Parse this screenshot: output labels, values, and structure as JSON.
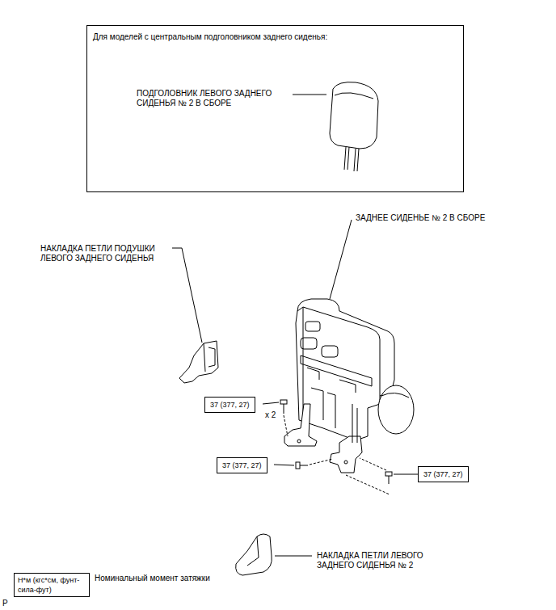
{
  "diagram": {
    "nodes": [
      {
        "text": [
          "Для моделей с центральным подголовником заднего сиденья:",
          "ПОДГОЛОВНИК ЛЕВОГО ЗАДНЕГО СИДЕНЬЯ № 2 В СБОРЕ"
        ]
      },
      {
        "text": [
          "37 (377, 27)"
        ]
      },
      {
        "text": [
          "37 (377, 27)"
        ]
      },
      {
        "text": [
          "37 (377, 27)"
        ]
      },
      {
        "text": [
          "Н*м (кгс*см, фунт-сила-фут)"
        ]
      }
    ],
    "labels": [
      "ЗАДНЕЕ СИДЕНЬЕ № 2 В СБОРЕ",
      "НАКЛАДКА ПЕТЛИ ПОДУШКИ ЛЕВОГО ЗАДНЕГО СИДЕНЬЯ",
      "x 2",
      "НАКЛАДКА ПЕТЛИ ЛЕВОГО ЗАДНЕГО СИДЕНЬЯ № 2",
      "Номинальный момент затяжки",
      "P"
    ]
  }
}
